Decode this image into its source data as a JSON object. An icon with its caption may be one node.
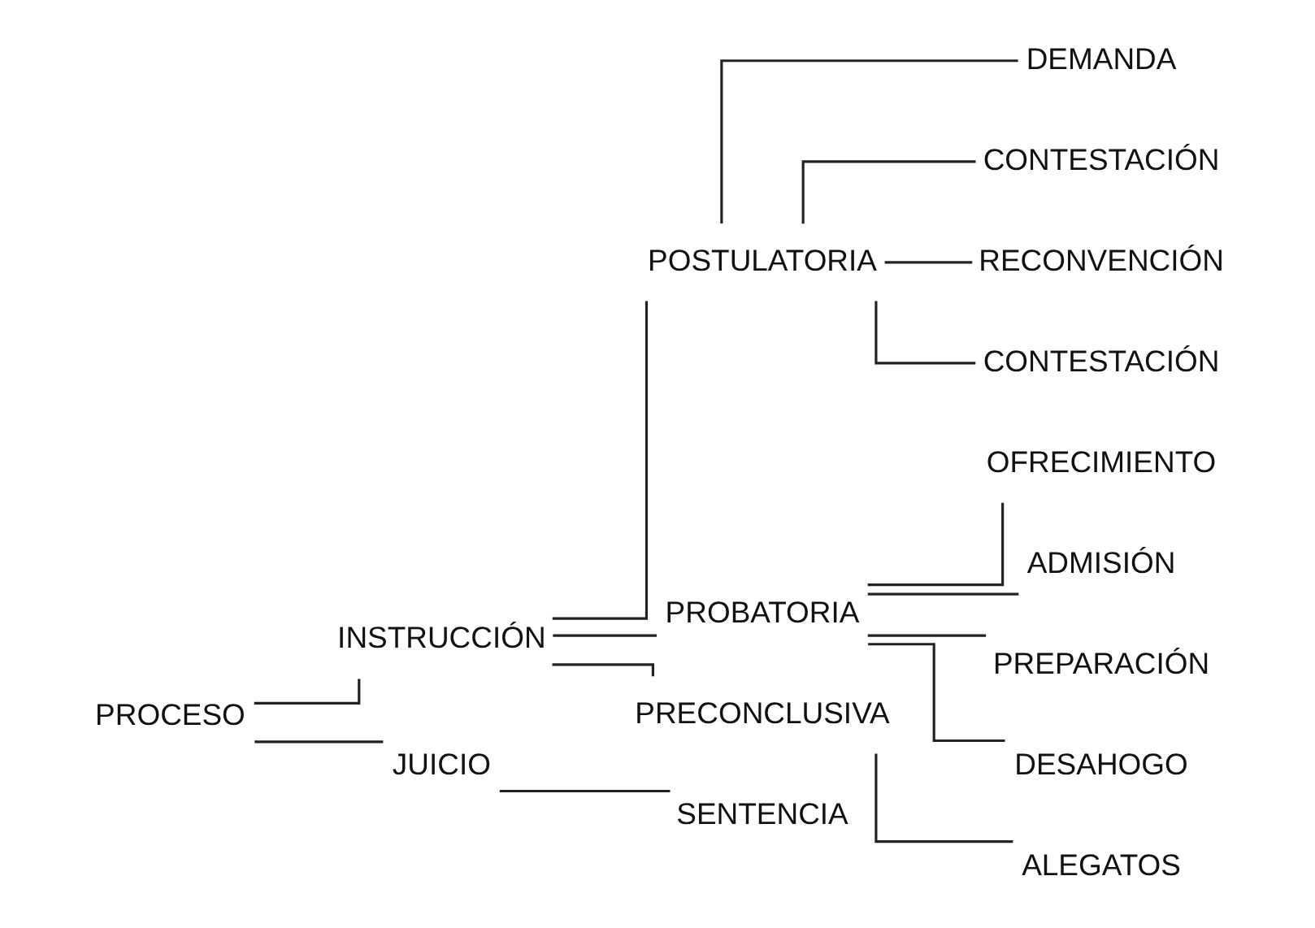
{
  "diagram": {
    "nodes": [
      {
        "text": [
          "PROCESO"
        ]
      },
      {
        "text": [
          "INSTRUCCIÓN"
        ]
      },
      {
        "text": [
          "JUICIO"
        ]
      },
      {
        "text": [
          "POSTULATORIA"
        ]
      },
      {
        "text": [
          "PROBATORIA"
        ]
      },
      {
        "text": [
          "PRECONCLUSIVA"
        ]
      },
      {
        "text": [
          "DEMANDA"
        ]
      },
      {
        "text": [
          "CONTESTACIÓN"
        ]
      },
      {
        "text": [
          "RECONVENCIÓN"
        ]
      },
      {
        "text": [
          "CONTESTACIÓN"
        ]
      },
      {
        "text": [
          "OFRECIMIENTO"
        ]
      },
      {
        "text": [
          "ADMISIÓN"
        ]
      },
      {
        "text": [
          "PREPARACIÓN"
        ]
      },
      {
        "text": [
          "DESAHOGO"
        ]
      },
      {
        "text": [
          "ALEGATOS"
        ]
      },
      {
        "text": [
          "SENTENCIA"
        ]
      }
    ],
    "edges": [
      {
        "from": 0,
        "to": 1,
        "arrow": "none"
      },
      {
        "from": 0,
        "to": 2,
        "arrow": "none"
      },
      {
        "from": 1,
        "to": 3,
        "arrow": "none"
      },
      {
        "from": 1,
        "to": 4,
        "arrow": "none"
      },
      {
        "from": 1,
        "to": 5,
        "arrow": "none"
      },
      {
        "from": 3,
        "to": 6,
        "arrow": "none"
      },
      {
        "from": 3,
        "to": 7,
        "arrow": "none"
      },
      {
        "from": 3,
        "to": 8,
        "arrow": "none"
      },
      {
        "from": 3,
        "to": 9,
        "arrow": "none"
      },
      {
        "from": 4,
        "to": 10,
        "arrow": "none"
      },
      {
        "from": 4,
        "to": 11,
        "arrow": "none"
      },
      {
        "from": 4,
        "to": 12,
        "arrow": "none"
      },
      {
        "from": 4,
        "to": 13,
        "arrow": "none"
      },
      {
        "from": 5,
        "to": 14,
        "arrow": "none"
      },
      {
        "from": 2,
        "to": 15,
        "arrow": "none"
      }
    ]
  }
}
